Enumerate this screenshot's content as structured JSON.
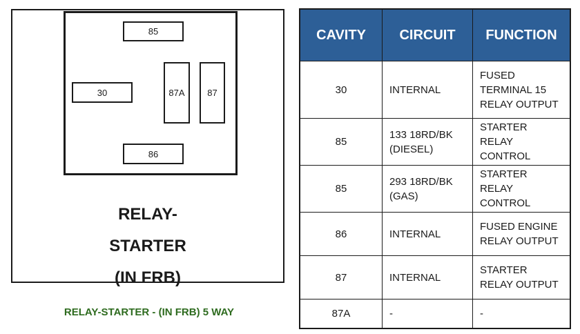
{
  "diagram": {
    "pins": {
      "p85": "85",
      "p30": "30",
      "p87a": "87A",
      "p87": "87",
      "p86": "86"
    },
    "title_lines": [
      "RELAY-",
      "STARTER",
      "(IN FRB)"
    ]
  },
  "caption": "RELAY-STARTER - (IN FRB) 5 WAY",
  "colors": {
    "header_bg": "#2d5f97",
    "caption": "#2e6b1f"
  },
  "table": {
    "headers": [
      "CAVITY",
      "CIRCUIT",
      "FUNCTION"
    ],
    "rows": [
      {
        "cavity": "30",
        "circuit": "INTERNAL",
        "function": "FUSED TERMINAL 15 RELAY OUTPUT"
      },
      {
        "cavity": "85",
        "circuit": "133 18RD/BK (DIESEL)",
        "function": "STARTER RELAY CONTROL"
      },
      {
        "cavity": "85",
        "circuit": "293 18RD/BK (GAS)",
        "function": "STARTER RELAY CONTROL"
      },
      {
        "cavity": "86",
        "circuit": "INTERNAL",
        "function": "FUSED ENGINE RELAY OUTPUT"
      },
      {
        "cavity": "87",
        "circuit": "INTERNAL",
        "function": "STARTER RELAY OUTPUT"
      },
      {
        "cavity": "87A",
        "circuit": "-",
        "function": "-"
      }
    ]
  }
}
